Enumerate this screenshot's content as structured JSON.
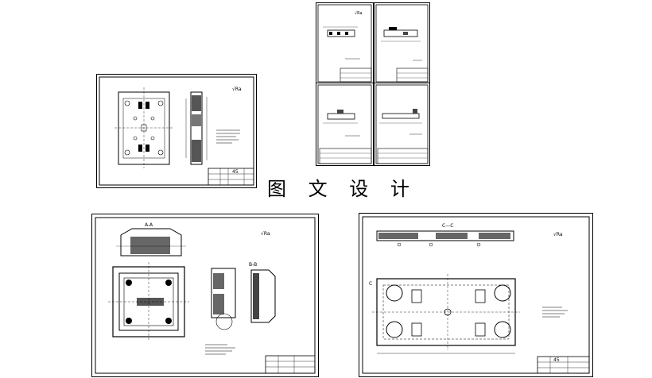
{
  "caption": "图 文 设 计",
  "title_block_numbers": {
    "sheet_top_left": "45",
    "sheet_bottom_right": "45"
  },
  "section_labels": {
    "bottom_right_top_view": "C—C",
    "bottom_right_marker": "C",
    "bottom_left_section_a": "A-A",
    "bottom_left_section_b": "B-B"
  }
}
